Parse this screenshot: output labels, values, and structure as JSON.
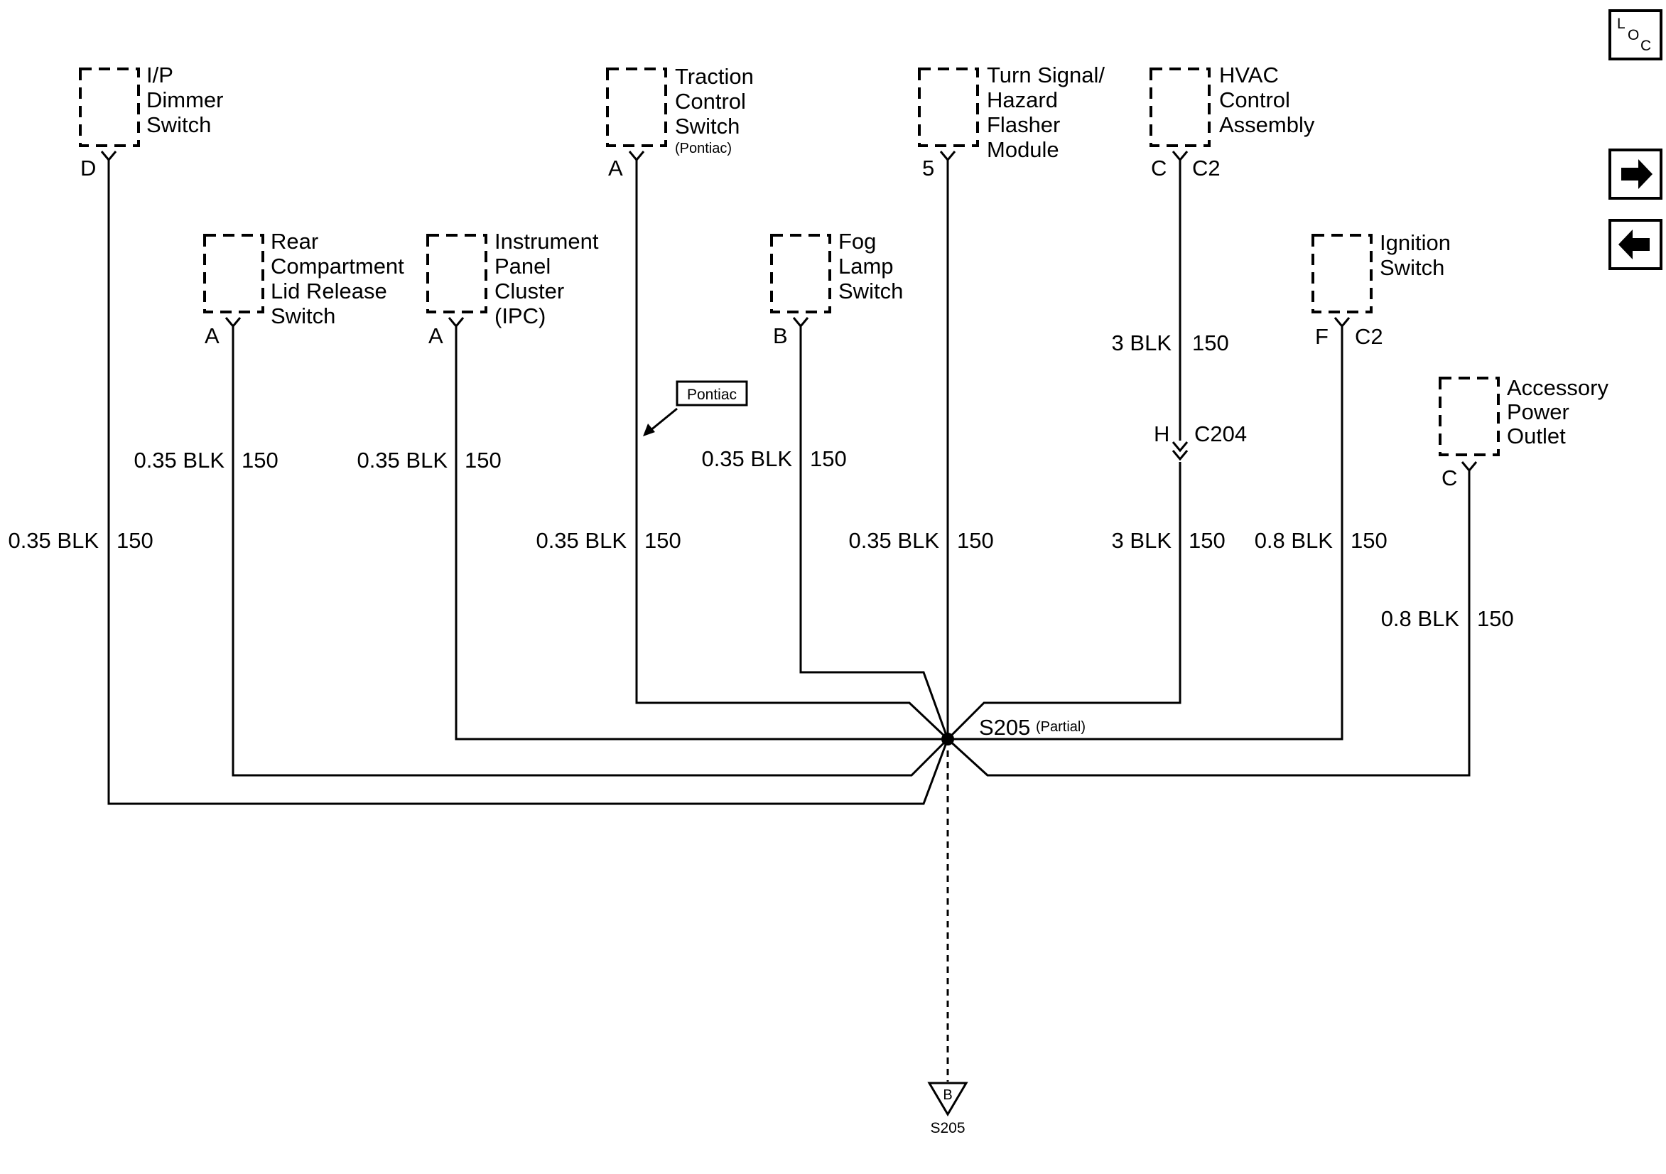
{
  "components": {
    "ip_dimmer": {
      "line1": "I/P",
      "line2": "Dimmer",
      "line3": "Switch",
      "pin": "D"
    },
    "rear_compartment": {
      "line1": "Rear",
      "line2": "Compartment",
      "line3": "Lid Release",
      "line4": "Switch",
      "pin": "A"
    },
    "ipc": {
      "line1": "Instrument",
      "line2": "Panel",
      "line3": "Cluster",
      "line4": "(IPC)",
      "pin": "A"
    },
    "traction": {
      "line1": "Traction",
      "line2": "Control",
      "line3": "Switch",
      "note": "(Pontiac)",
      "pin": "A"
    },
    "fog": {
      "line1": "Fog",
      "line2": "Lamp",
      "line3": "Switch",
      "pin": "B"
    },
    "turn_signal": {
      "line1": "Turn Signal/",
      "line2": "Hazard",
      "line3": "Flasher",
      "line4": "Module",
      "pin": "5"
    },
    "hvac": {
      "line1": "HVAC",
      "line2": "Control",
      "line3": "Assembly",
      "pin": "C",
      "connector": "C2"
    },
    "ignition": {
      "line1": "Ignition",
      "line2": "Switch",
      "pin": "F",
      "connector": "C2"
    },
    "accessory": {
      "line1": "Accessory",
      "line2": "Power",
      "line3": "Outlet",
      "pin": "C"
    }
  },
  "wires": {
    "ip_dimmer": {
      "gauge": "0.35 BLK",
      "circuit": "150"
    },
    "rear_compartment": {
      "gauge": "0.35 BLK",
      "circuit": "150"
    },
    "ipc": {
      "gauge": "0.35 BLK",
      "circuit": "150"
    },
    "traction": {
      "gauge": "0.35 BLK",
      "circuit": "150"
    },
    "fog": {
      "gauge": "0.35 BLK",
      "circuit": "150"
    },
    "turn_signal": {
      "gauge": "0.35 BLK",
      "circuit": "150"
    },
    "hvac_upper": {
      "gauge": "3 BLK",
      "circuit": "150"
    },
    "hvac_lower": {
      "gauge": "3 BLK",
      "circuit": "150"
    },
    "ignition": {
      "gauge": "0.8 BLK",
      "circuit": "150"
    },
    "accessory": {
      "gauge": "0.8 BLK",
      "circuit": "150"
    }
  },
  "inline_connector": {
    "pin": "H",
    "name": "C204"
  },
  "callout": {
    "label": "Pontiac"
  },
  "splice": {
    "name": "S205",
    "note": "(Partial)"
  },
  "ground_ref": {
    "letter": "B",
    "label": "S205"
  },
  "nav": {
    "loc_l": "L",
    "loc_o": "O",
    "loc_c": "C",
    "next_icon": "arrow-right-icon",
    "prev_icon": "arrow-left-icon"
  }
}
